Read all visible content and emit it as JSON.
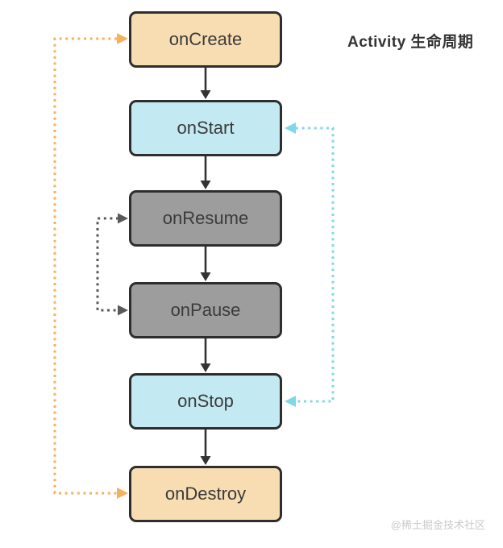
{
  "title": "Activity 生命周期",
  "watermark": "@稀土掘金技术社区",
  "diagram": {
    "nodes": [
      {
        "id": "onCreate",
        "label": "onCreate",
        "type": "warm"
      },
      {
        "id": "onStart",
        "label": "onStart",
        "type": "cool"
      },
      {
        "id": "onResume",
        "label": "onResume",
        "type": "gray"
      },
      {
        "id": "onPause",
        "label": "onPause",
        "type": "gray"
      },
      {
        "id": "onStop",
        "label": "onStop",
        "type": "cool"
      },
      {
        "id": "onDestroy",
        "label": "onDestroy",
        "type": "warm"
      }
    ],
    "solid_edges": [
      {
        "from": "onCreate",
        "to": "onStart"
      },
      {
        "from": "onStart",
        "to": "onResume"
      },
      {
        "from": "onResume",
        "to": "onPause"
      },
      {
        "from": "onPause",
        "to": "onStop"
      },
      {
        "from": "onStop",
        "to": "onDestroy"
      }
    ],
    "dotted_edges": [
      {
        "between": [
          "onDestroy",
          "onCreate"
        ],
        "side": "left",
        "color": "orange",
        "arrowheads": "both-into-nodes"
      },
      {
        "between": [
          "onStop",
          "onStart"
        ],
        "side": "right",
        "color": "blue",
        "arrowheads": "both-into-nodes"
      },
      {
        "between": [
          "onPause",
          "onResume"
        ],
        "side": "left",
        "color": "gray",
        "arrowheads": "both-into-nodes"
      }
    ]
  },
  "colors": {
    "warm_fill": "#F8DDB2",
    "cool_fill": "#C3E9F2",
    "gray_fill": "#9D9D9D",
    "border": "#2E2E2E",
    "arrow": "#333333",
    "dotted_orange": "#F5B160",
    "dotted_blue": "#7FD8E8",
    "dotted_gray": "#595959",
    "title_text": "#333333",
    "watermark_text": "#CACACA"
  }
}
